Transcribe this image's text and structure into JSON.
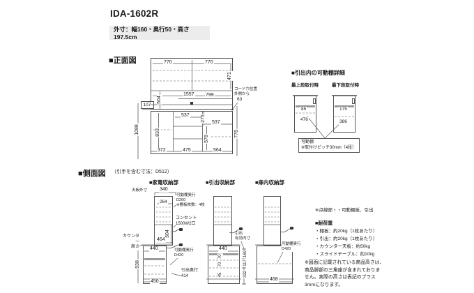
{
  "page": {
    "title": "IDA-1602R",
    "subtitle": "外寸：幅160・奥行50・高さ197.5cm"
  },
  "front": {
    "heading": "■正面図",
    "d770a": "770",
    "d770b": "770",
    "d471": "471",
    "d1557": "1557",
    "d504": "504",
    "d799": "799",
    "cord_note": "コード穴位置\n外側から",
    "d63": "63",
    "d107": "107",
    "d1088": "1088",
    "d833": "833",
    "d537a": "537",
    "d275": "275",
    "d537b": "537",
    "d578": "578",
    "d778": "778",
    "d372": "372",
    "d475": "475",
    "d564": "564"
  },
  "detail": {
    "heading": "■引出内の可動棚詳細",
    "label_top": "最上段取付時",
    "label_bottom": "最下段取付時",
    "a_top": "85",
    "a_bottom": "476",
    "b_top": "175",
    "b_bottom": "386",
    "note": "可動棚\n※取付けピッチ30mm（4段）"
  },
  "side": {
    "heading": "■側面図",
    "heading_note": "（引手を含む寸法：D512）",
    "sec1": "■家電収納部",
    "sec2": "■引出収納部",
    "sec3": "■扉内収納部",
    "u1": {
      "tenban": "天板外寸",
      "d340": "340",
      "d264": "264",
      "shelf_note": "可動棚奥行\nD260\n※棚板枚数：4枚",
      "outlet": "コンセント\n1500W2口",
      "d504": "504",
      "counter": "カウンター\n高さ",
      "d464": "464",
      "d938": "938",
      "d440": "440",
      "shelf_note2": "可動棚奥行\nD420",
      "drawer": "引出奥行\n414",
      "d450": "450"
    },
    "u2": {
      "d440": "440",
      "inner_label": "引出\n有効内寸",
      "d70a": "70",
      "d70b": "70",
      "d45": "45",
      "d169": "169",
      "d117": "117",
      "d332": "332"
    },
    "u3": {
      "shelf_note": "可動棚奥行\nD420",
      "d468": "468"
    }
  },
  "notes": {
    "dotted": "※点線部・・可動棚板、引出",
    "load_heading": "■耐荷重",
    "load_items": [
      "・棚板：約20kg（1枚あたり）",
      "・引出：約20kg（1枚あたり）",
      "・カウンター天板：約50kg",
      "・スライドテーブル：約10kg"
    ],
    "footnote": "※図面に記載されている商品高さは、\n商品脚部の三角座が含まれておりま\nせん。実際の高さは表記のプラス\n3mmになります。"
  }
}
